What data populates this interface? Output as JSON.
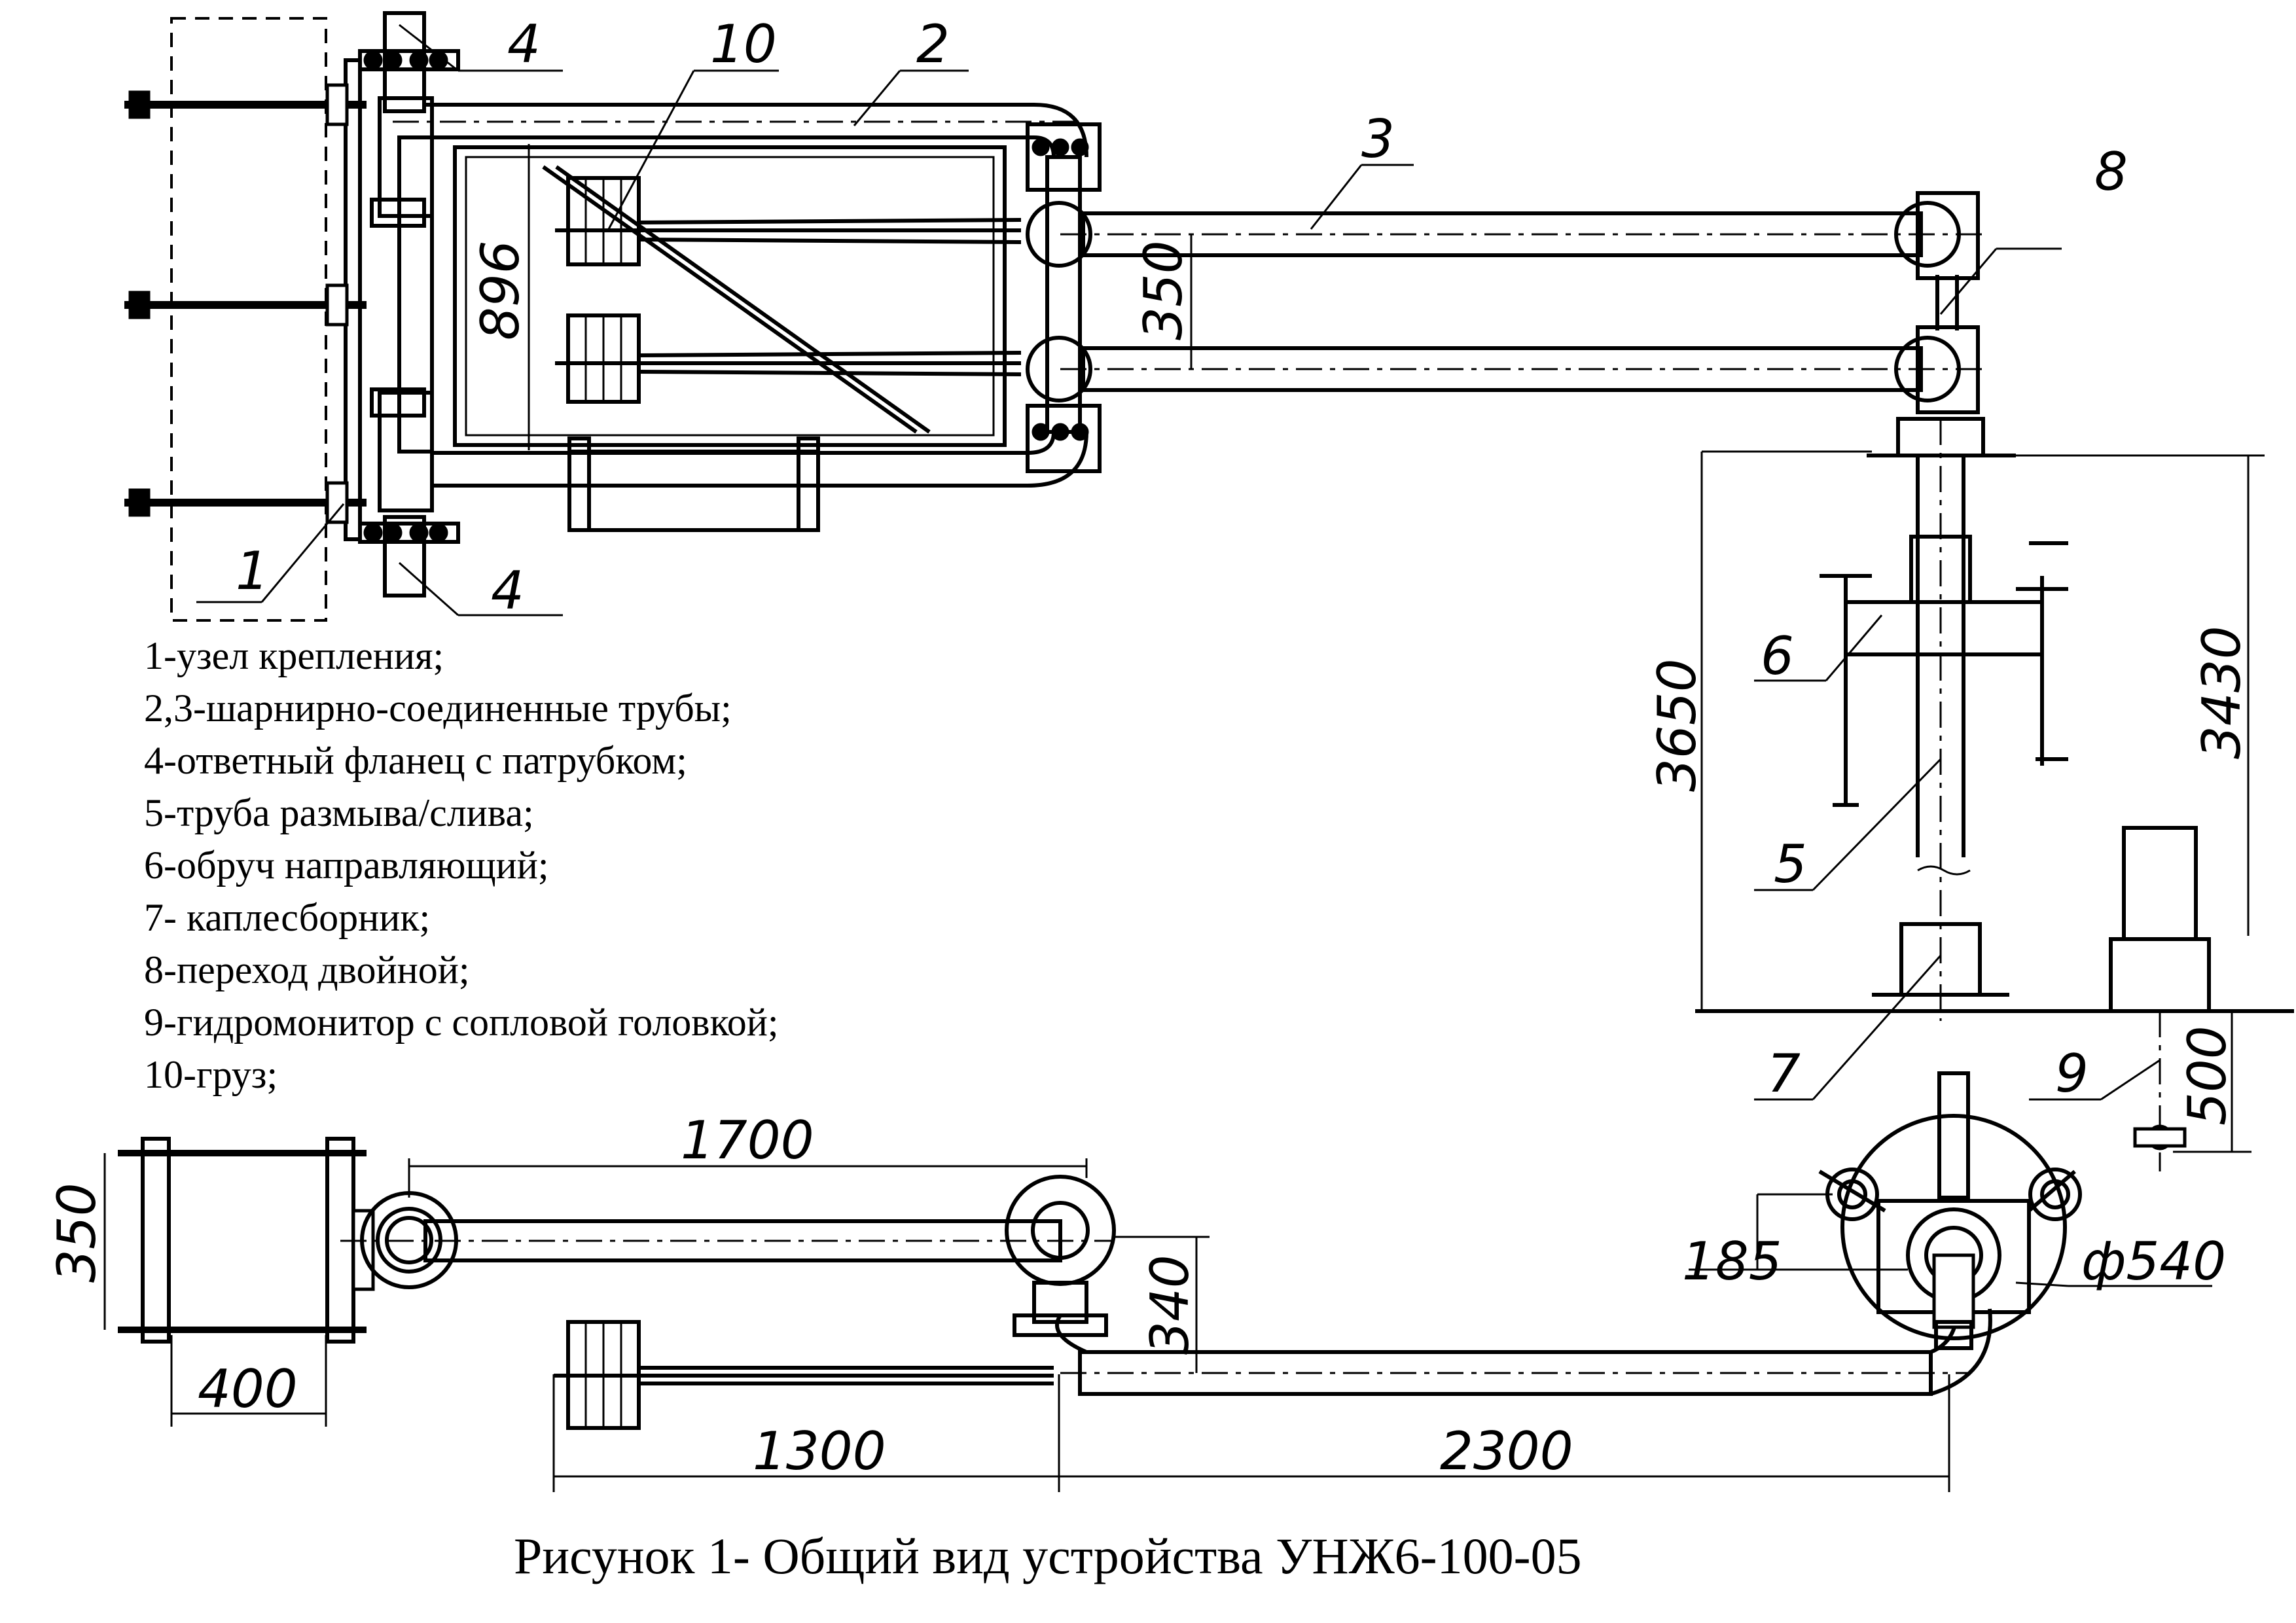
{
  "legend": [
    "1-узел крепления;",
    "2,3-шарнирно-соединенные трубы;",
    "4-ответный фланец с патрубком;",
    "5-труба размыва/слива;",
    "6-обруч направляющий;",
    "7- каплесборник;",
    "8-переход двойной;",
    "9-гидромонитор  с сопловой головкой;",
    "10-груз;"
  ],
  "caption": "Рисунок 1- Общий вид устройства УНЖ6-100-05",
  "callouts": {
    "c1": "1",
    "c2": "2",
    "c3": "3",
    "c4_top": "4",
    "c4_bottom": "4",
    "c5": "5",
    "c6": "6",
    "c7": "7",
    "c8": "8",
    "c9": "9",
    "c10": "10"
  },
  "dimensions": {
    "d896": "896",
    "d350_top": "350",
    "d3650": "3650",
    "d3430": "3430",
    "d500": "500",
    "d1700": "1700",
    "d350_bottom": "350",
    "d400": "400",
    "d340": "340",
    "d185": "185",
    "d540": "ф540",
    "d1300": "1300",
    "d2300": "2300"
  }
}
